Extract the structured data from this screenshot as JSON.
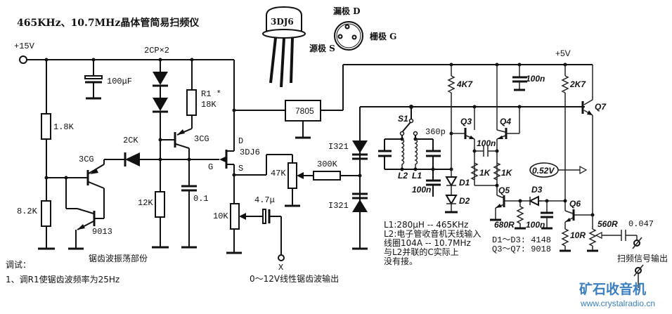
{
  "title": "465KHz、10.7MHz晶体管简易扫频仪",
  "package": {
    "part": "3DJ6",
    "pins": {
      "drain": "漏极 D",
      "gate": "栅极 G",
      "source": "源极 S"
    }
  },
  "supply": {
    "v15": "+15V",
    "v5": "+5V"
  },
  "sawtooth_section": {
    "caption": "锯齿波振荡部份",
    "components": {
      "c_filter": "100μF",
      "r_top": "1.8K",
      "r_bottom": "8.2K",
      "q_pnp": "3CG",
      "q_npn": "9013",
      "diode": "2CK",
      "diodes_stack": "2CP×2",
      "r1_name": "R1 *",
      "r1_value": "18K",
      "q_pnp2": "3CG",
      "r_12k": "12K",
      "c_timing": "0.1"
    }
  },
  "jfet_section": {
    "fet_part": "3DJ6",
    "pin_d": "D",
    "pin_g": "G",
    "pin_s": "S",
    "regulator": "7805",
    "pot_47k": "47K",
    "r_300k": "300K",
    "pot_10k": "10K",
    "c_coupling": "4.7μ",
    "output_terminal": "X",
    "output_caption": "0～12V线性锯齿波输出"
  },
  "varactor_section": {
    "varactor_top": "I321",
    "varactor_bottom": "I321",
    "switch": "S1",
    "cap_360p": "360p",
    "coil_l2": "L2",
    "coil_l1": "L1",
    "cap_100n": "100n",
    "notes": [
      "L1:280μH -- 465KHz",
      "L2:电子管收音机天线输入",
      "线圈104A -- 10.7MHz",
      "与L2并联的C实际上",
      "没有接。"
    ]
  },
  "oscillator_section": {
    "r_4k7": "4K7",
    "c_bypass": "100n",
    "r_2k7": "2K7",
    "q3": "Q3",
    "q4": "Q4",
    "q5": "Q5",
    "q6": "Q6",
    "q7": "Q7",
    "c_couple": "100n",
    "r_1k_a": "1K",
    "r_1k_b": "1K",
    "d1": "D1",
    "d2": "D2",
    "d3": "D3",
    "r_680": "680R",
    "c_100n_b": "100n",
    "r_10r": "10R",
    "pot_560r": "560R",
    "c_out": "0.047",
    "voltage_probe": "0.52V",
    "parts_note_1": "D1～D3: 4148",
    "parts_note_2": "Q3～Q7: 9018",
    "output_caption": "扫频信号输出"
  },
  "tuning": {
    "heading": "调试：",
    "steps": [
      "1、调R1使锯齿波频率为25Hz"
    ]
  },
  "watermark": {
    "name": "矿石收音机",
    "url": "www.crystalradio.cn"
  }
}
